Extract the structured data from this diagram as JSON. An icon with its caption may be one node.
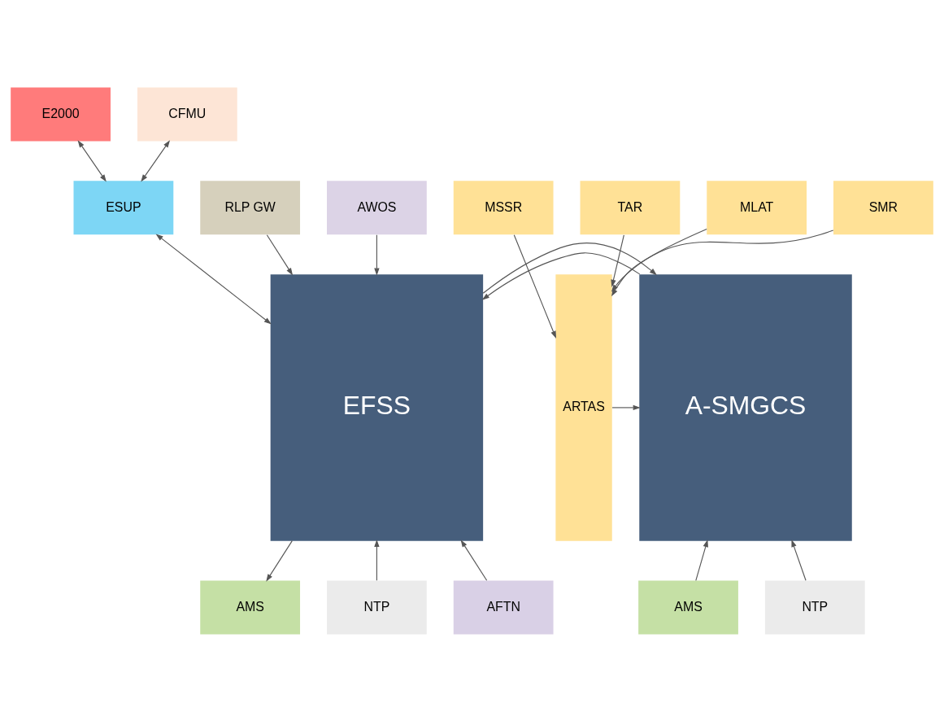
{
  "diagram": {
    "nodes": [
      {
        "text": [
          "E2000"
        ]
      },
      {
        "text": [
          "CFMU"
        ]
      },
      {
        "text": [
          "ESUP"
        ]
      },
      {
        "text": [
          "RLP GW"
        ]
      },
      {
        "text": [
          "AWOS"
        ]
      },
      {
        "text": [
          "MSSR"
        ]
      },
      {
        "text": [
          "TAR"
        ]
      },
      {
        "text": [
          "MLAT"
        ]
      },
      {
        "text": [
          "SMR"
        ]
      },
      {
        "text": [
          "ARTAS"
        ]
      },
      {
        "text": [
          "A-SMGCS"
        ]
      },
      {
        "text": [
          "EFSS"
        ]
      },
      {
        "text": [
          "AMS"
        ]
      },
      {
        "text": [
          "NTP"
        ]
      },
      {
        "text": [
          "AMS"
        ]
      },
      {
        "text": [
          "NTP"
        ]
      },
      {
        "text": [
          "AFTN"
        ]
      }
    ],
    "edges": [
      {
        "from": 0,
        "to": 2,
        "arrow": "both"
      },
      {
        "from": 1,
        "to": 2,
        "arrow": "both"
      },
      {
        "from": 2,
        "to": 11,
        "arrow": "both"
      },
      {
        "from": 3,
        "to": 11,
        "arrow": "to"
      },
      {
        "from": 4,
        "to": 11,
        "arrow": "to"
      },
      {
        "from": 5,
        "to": 9,
        "arrow": "to"
      },
      {
        "from": 6,
        "to": 9,
        "arrow": "to"
      },
      {
        "from": 7,
        "to": 9,
        "arrow": "to"
      },
      {
        "from": 8,
        "to": 9,
        "arrow": "to"
      },
      {
        "from": 9,
        "to": 10,
        "arrow": "to"
      },
      {
        "from": 10,
        "to": 11,
        "arrow": "to"
      },
      {
        "from": 11,
        "to": 10,
        "arrow": "to"
      },
      {
        "from": 12,
        "to": 10,
        "arrow": "to"
      },
      {
        "from": 13,
        "to": 10,
        "arrow": "to"
      },
      {
        "from": 11,
        "to": 14,
        "arrow": "to"
      },
      {
        "from": 15,
        "to": 11,
        "arrow": "to"
      },
      {
        "from": 16,
        "to": 11,
        "arrow": "to"
      }
    ]
  }
}
